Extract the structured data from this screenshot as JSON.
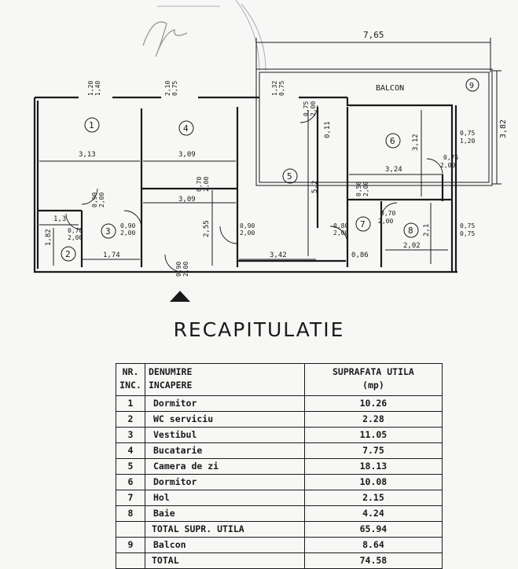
{
  "plan": {
    "overall_width": "7,65",
    "balcony_depth": "3,82",
    "balcony_label": "BALCON",
    "rooms": [
      {
        "no": "1"
      },
      {
        "no": "2"
      },
      {
        "no": "3"
      },
      {
        "no": "4"
      },
      {
        "no": "5"
      },
      {
        "no": "6"
      },
      {
        "no": "7"
      },
      {
        "no": "8"
      },
      {
        "no": "9"
      }
    ],
    "dims": {
      "r1_w": "3,13",
      "r4_w": "3,09",
      "hall_w": "3,09",
      "r5_h": "5,2",
      "r6_w": "3,24",
      "r6_h": "3,12",
      "r3_w": "1,74",
      "r5_w": "3,42",
      "r7_w": "0,86",
      "r8_w": "2,02",
      "r8_h": "2,1",
      "hall_h": "2,55",
      "wc_w": "1,3",
      "wc_h": "1,82",
      "col": "0,11"
    },
    "openings": {
      "w1": [
        "1,20",
        "1,40"
      ],
      "w4": [
        "2,10",
        "0,75"
      ],
      "w5": [
        "1,32",
        "0,75"
      ],
      "d5": [
        "0,75",
        "2,00"
      ],
      "w6": [
        "0,75",
        "1,20"
      ],
      "d6": [
        "0,75",
        "2,00"
      ],
      "d3": [
        "0,90",
        "2,00"
      ],
      "d4": [
        "0,70",
        "2,00"
      ],
      "d2": [
        "0,70",
        "2,00"
      ],
      "d3b": [
        "0,90",
        "2,00"
      ],
      "d5b": [
        "0,90",
        "2,00"
      ],
      "dmain": [
        "0,90",
        "2,00"
      ],
      "d7": [
        "0,80",
        "2,00"
      ],
      "d7b": [
        "0,70",
        "2,00"
      ],
      "d6b": [
        "0,50",
        "2,00"
      ],
      "w8": [
        "0,75",
        "0,75"
      ]
    }
  },
  "recap": {
    "title": "RECAPITULATIE",
    "headers": {
      "nr": [
        "NR.",
        "INC."
      ],
      "name": [
        "DENUMIRE",
        "INCAPERE"
      ],
      "area": [
        "SUPRAFATA UTILA",
        "(mp)"
      ]
    },
    "rows": [
      {
        "nr": "1",
        "name": "Dormitor",
        "area": "10.26"
      },
      {
        "nr": "2",
        "name": "WC serviciu",
        "area": "2.28"
      },
      {
        "nr": "3",
        "name": "Vestibul",
        "area": "11.05"
      },
      {
        "nr": "4",
        "name": "Bucatarie",
        "area": "7.75"
      },
      {
        "nr": "5",
        "name": "Camera de zi",
        "area": "18.13"
      },
      {
        "nr": "6",
        "name": "Dormitor",
        "area": "10.08"
      },
      {
        "nr": "7",
        "name": "Hol",
        "area": "2.15"
      },
      {
        "nr": "8",
        "name": "Baie",
        "area": "4.24"
      }
    ],
    "subtotal": {
      "label": "TOTAL SUPR. UTILA",
      "area": "65.94"
    },
    "balcony": {
      "nr": "9",
      "name": "Balcon",
      "area": "8.64"
    },
    "total": {
      "label": "TOTAL",
      "area": "74.58"
    }
  }
}
